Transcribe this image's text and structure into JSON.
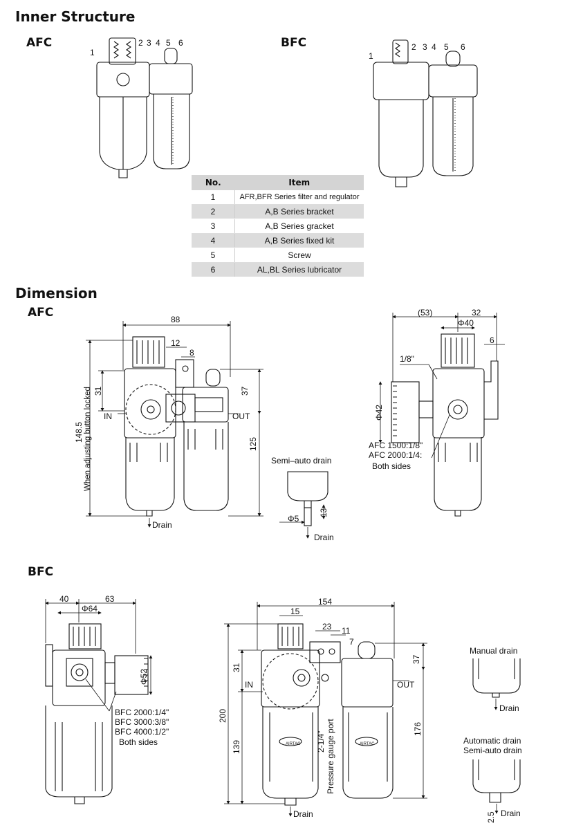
{
  "headings": {
    "inner_structure": "Inner Structure",
    "afc_top": "AFC",
    "bfc_top": "BFC",
    "dimension": "Dimension",
    "afc_dim": "AFC",
    "bfc_dim": "BFC"
  },
  "parts_table": {
    "col_no": "No.",
    "col_item": "Item",
    "rows": [
      {
        "no": "1",
        "item": "AFR,BFR Series filter and regulator"
      },
      {
        "no": "2",
        "item": "A,B Series bracket"
      },
      {
        "no": "3",
        "item": "A,B Series gracket"
      },
      {
        "no": "4",
        "item": "A,B Series fixed kit"
      },
      {
        "no": "5",
        "item": "Screw"
      },
      {
        "no": "6",
        "item": "AL,BL Series lubricator"
      }
    ]
  },
  "afc_inner_callouts": [
    "1",
    "2",
    "3",
    "4",
    "5",
    "6"
  ],
  "bfc_inner_callouts": [
    "1",
    "2",
    "3",
    "4",
    "5",
    "6"
  ],
  "afc_front": {
    "width": "88",
    "d12": "12",
    "d8": "8",
    "d37": "37",
    "d31": "31",
    "height": "148.5",
    "d125": "125",
    "in": "IN",
    "out": "OUT",
    "locked_note": "When adjusting button locked",
    "drain": "Drain"
  },
  "semi_auto": {
    "title": "Semi–auto drain",
    "phi5": "Φ5",
    "d13": "13",
    "drain": "Drain"
  },
  "afc_side": {
    "d53": "(53)",
    "d32": "32",
    "phi40": "Φ40",
    "d6": "6",
    "port18": "1/8\"",
    "phi42": "Φ42",
    "note1": "AFC 1500:1/8\"",
    "note2": "AFC 2000:1/4:",
    "note3": "Both sides"
  },
  "bfc_side": {
    "d40": "40",
    "d63": "63",
    "phi64": "Φ64",
    "phi52": "Φ52",
    "note1": "BFC 2000:1/4\"",
    "note2": "BFC 3000:3/8\"",
    "note3": "BFC 4000:1/2\"",
    "note4": "Both sides"
  },
  "bfc_front": {
    "width": "154",
    "d15": "15",
    "d23": "23",
    "d11": "11",
    "d7": "7",
    "d31": "31",
    "d37": "37",
    "in": "IN",
    "out": "OUT",
    "height": "200",
    "d139": "139",
    "d176": "176",
    "gauge_port": "2-1/4\"",
    "gauge_label": "Pressure gauge port",
    "brand": "AIRTAC",
    "drain": "Drain"
  },
  "manual_drain": {
    "title": "Manual drain",
    "drain": "Drain"
  },
  "auto_drain": {
    "title1": "Automatic drain",
    "title2": "Semi-auto drain",
    "d25": "2.5",
    "drain": "Drain"
  }
}
